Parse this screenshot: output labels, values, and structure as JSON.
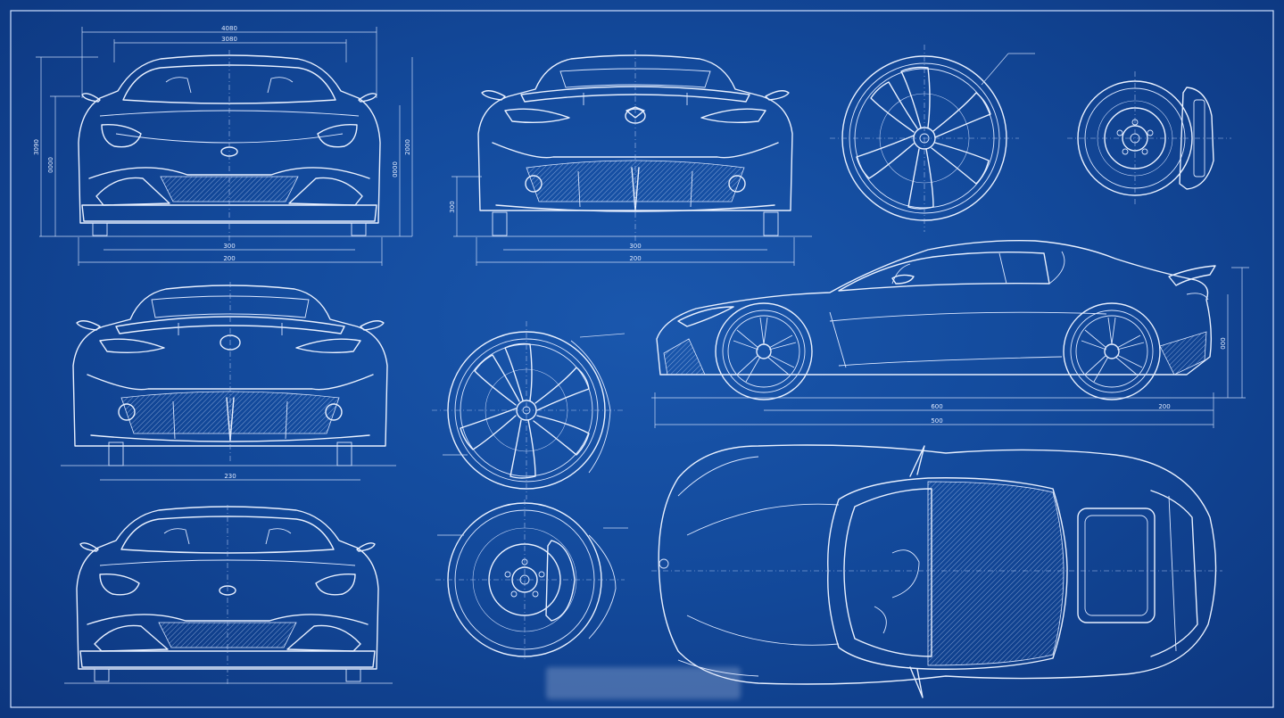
{
  "dimensions": {
    "front_top_width_outer": "4080",
    "front_top_width_inner": "3080",
    "front_left_height_outer": "3090",
    "front_left_height_inner": "0000",
    "front_right_height_inner": "0000",
    "front_right_height_outer": "2000",
    "front_bottom_inner": "300",
    "front_bottom_outer": "200",
    "rear_left_height": "300",
    "rear_bottom_inner": "300",
    "rear_bottom_outer": "200",
    "rear_lower_width": "230",
    "side_wheelbase": "600",
    "side_rear_overhang": "200",
    "side_overall_length": "500",
    "side_height": "000"
  },
  "colors": {
    "background": "#134a9c",
    "line": "#e8f0ff"
  }
}
